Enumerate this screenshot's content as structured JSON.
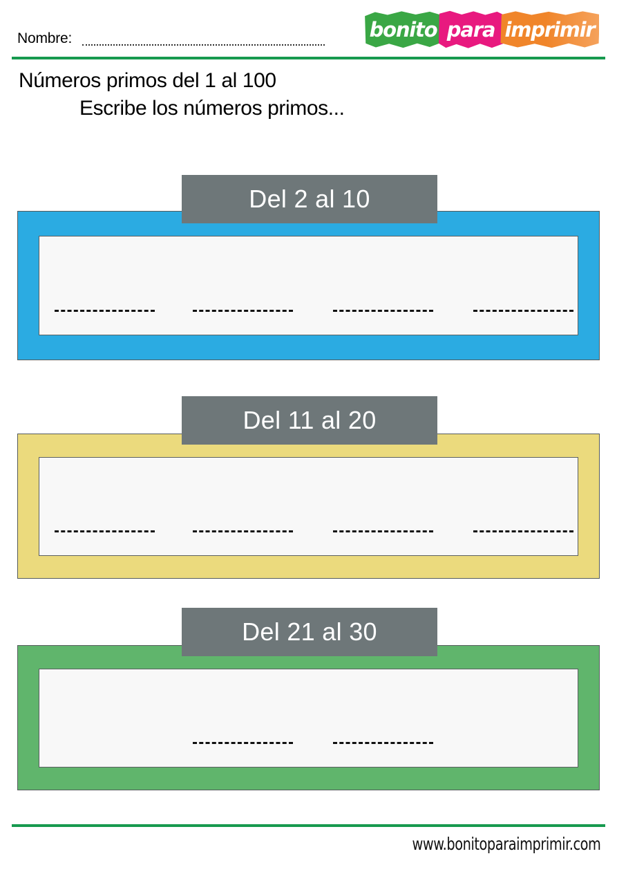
{
  "header": {
    "name_label": "Nombre:",
    "name_value": "",
    "name_placeholder": "",
    "logo": {
      "full_text": "bonitoparaimprimir",
      "segments": [
        {
          "text": "bonito",
          "color": "#3aa745"
        },
        {
          "text": "para",
          "color": "#e8197f"
        },
        {
          "text": "imprimir",
          "color": "#f0852a"
        }
      ]
    },
    "rule_color": "#179a4f"
  },
  "title": {
    "line1": "Números primos del 1 al 100",
    "line2": "Escribe los números primos..."
  },
  "blocks": [
    {
      "tab_label": "Del 2 al 10",
      "color": "#2babe2",
      "color_name": "blue",
      "answer_slots": [
        true,
        true,
        true,
        true
      ],
      "answer_values": [
        "",
        "",
        "",
        ""
      ],
      "range_from": 2,
      "range_to": 10
    },
    {
      "tab_label": "Del 11 al 20",
      "color": "#ebda7d",
      "color_name": "yellow",
      "answer_slots": [
        true,
        true,
        true,
        true
      ],
      "answer_values": [
        "",
        "",
        "",
        ""
      ],
      "range_from": 11,
      "range_to": 20
    },
    {
      "tab_label": "Del 21 al 30",
      "color": "#60b56c",
      "color_name": "green",
      "answer_slots": [
        false,
        true,
        true,
        false
      ],
      "answer_values": [
        "",
        "",
        "",
        ""
      ],
      "range_from": 21,
      "range_to": 30
    }
  ],
  "footer": {
    "url": "www.bonitoparaimprimir.com",
    "rule_color": "#179a4f"
  },
  "tab_background": "#6e7779"
}
